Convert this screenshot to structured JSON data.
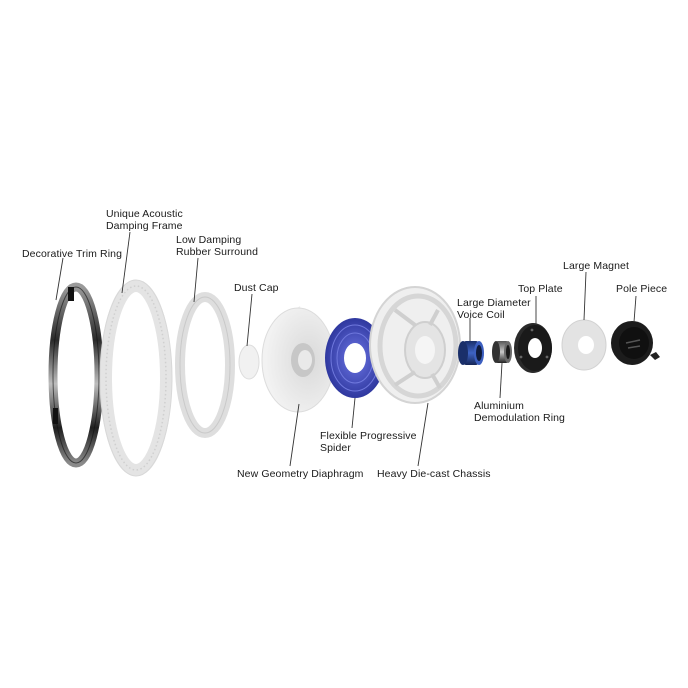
{
  "labels": {
    "trim_ring": "Decorative Trim Ring",
    "damping_frame_1": "Unique Acoustic",
    "damping_frame_2": "Damping Frame",
    "surround_1": "Low Damping",
    "surround_2": "Rubber Surround",
    "dust_cap": "Dust Cap",
    "diaphragm": "New Geometry Diaphragm",
    "spider_1": "Flexible Progressive",
    "spider_2": "Spider",
    "chassis": "Heavy Die-cast Chassis",
    "voice_coil_1": "Large Diameter",
    "voice_coil_2": "Voice Coil",
    "demod_ring_1": "Aluminium",
    "demod_ring_2": "Demodulation Ring",
    "top_plate": "Top Plate",
    "magnet": "Large Magnet",
    "pole_piece": "Pole Piece"
  },
  "colors": {
    "trim_metal": "#3a3a3a",
    "ghost_part": "#e6e6e6",
    "ghost_edge": "#cfcfcf",
    "spider_blue": "#3a44b0",
    "coil_blue": "#2b4d9a",
    "dark_part": "#1c1c1c",
    "leader": "#333333"
  }
}
